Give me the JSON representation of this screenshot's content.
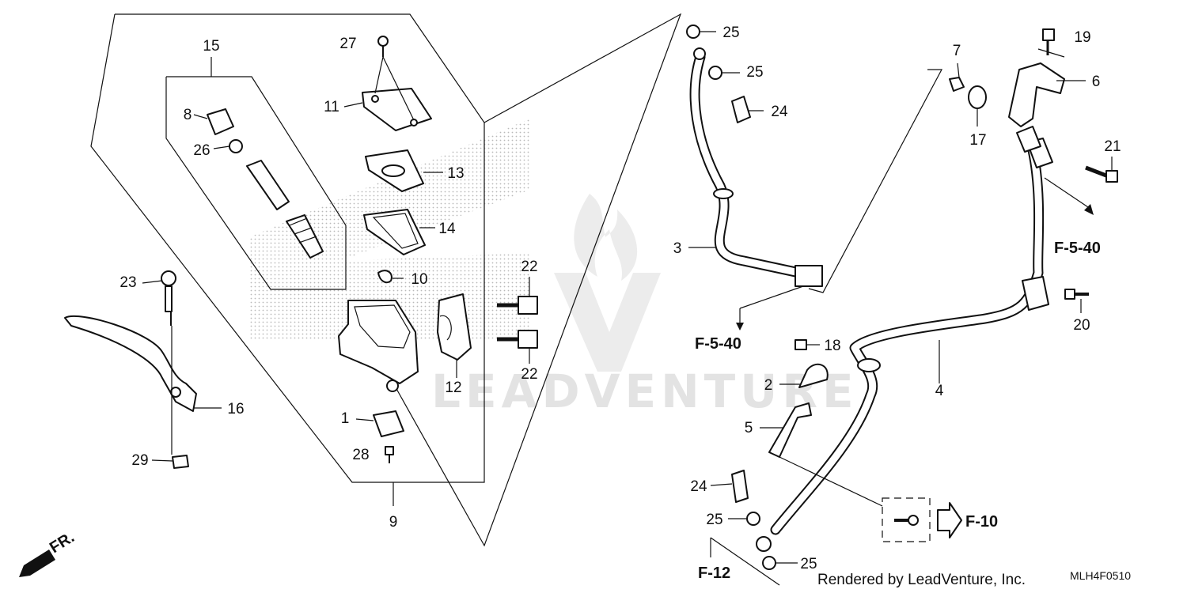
{
  "diagram": {
    "watermark": "LEADVENTURE",
    "footer": "Rendered by LeadVenture, Inc.",
    "diagram_code": "MLH4F0510",
    "front_marker": "FR.",
    "callouts": [
      {
        "id": "c1",
        "label": "1"
      },
      {
        "id": "c2",
        "label": "2"
      },
      {
        "id": "c3",
        "label": "3"
      },
      {
        "id": "c4",
        "label": "4"
      },
      {
        "id": "c5",
        "label": "5"
      },
      {
        "id": "c6",
        "label": "6"
      },
      {
        "id": "c7",
        "label": "7"
      },
      {
        "id": "c8",
        "label": "8"
      },
      {
        "id": "c9",
        "label": "9"
      },
      {
        "id": "c10",
        "label": "10"
      },
      {
        "id": "c11",
        "label": "11"
      },
      {
        "id": "c12",
        "label": "12"
      },
      {
        "id": "c13",
        "label": "13"
      },
      {
        "id": "c14",
        "label": "14"
      },
      {
        "id": "c15",
        "label": "15"
      },
      {
        "id": "c16",
        "label": "16"
      },
      {
        "id": "c17",
        "label": "17"
      },
      {
        "id": "c18",
        "label": "18"
      },
      {
        "id": "c19",
        "label": "19"
      },
      {
        "id": "c20",
        "label": "20"
      },
      {
        "id": "c21",
        "label": "21"
      },
      {
        "id": "c22a",
        "label": "22"
      },
      {
        "id": "c22b",
        "label": "22"
      },
      {
        "id": "c23",
        "label": "23"
      },
      {
        "id": "c24a",
        "label": "24"
      },
      {
        "id": "c24b",
        "label": "24"
      },
      {
        "id": "c25a",
        "label": "25"
      },
      {
        "id": "c25b",
        "label": "25"
      },
      {
        "id": "c25c",
        "label": "25"
      },
      {
        "id": "c25d",
        "label": "25"
      },
      {
        "id": "c26",
        "label": "26"
      },
      {
        "id": "c27",
        "label": "27"
      },
      {
        "id": "c28",
        "label": "28"
      },
      {
        "id": "c29",
        "label": "29"
      }
    ],
    "references": [
      {
        "id": "ref-f540-a",
        "label": "F-5-40"
      },
      {
        "id": "ref-f540-b",
        "label": "F-5-40"
      },
      {
        "id": "ref-f10",
        "label": "F-10"
      },
      {
        "id": "ref-f12",
        "label": "F-12"
      }
    ]
  }
}
